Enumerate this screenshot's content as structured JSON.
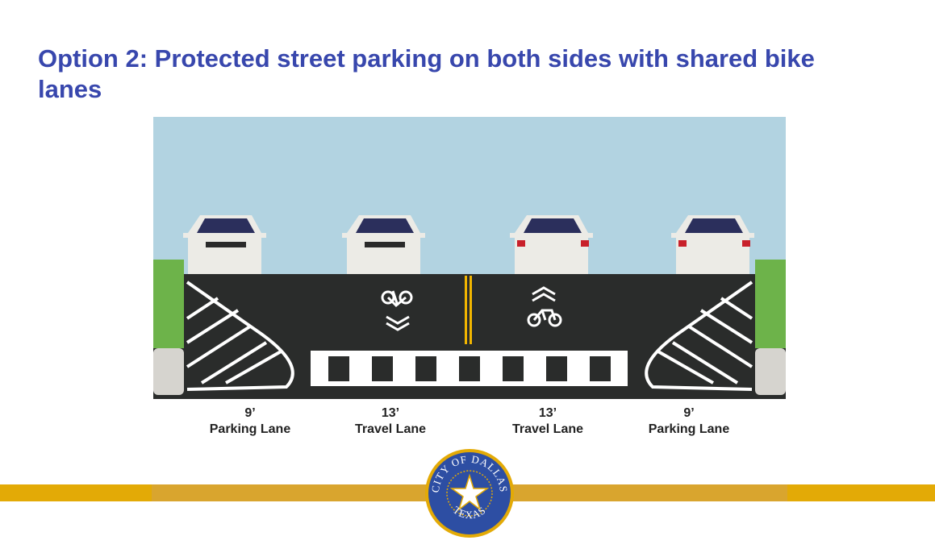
{
  "slide": {
    "title": "Option 2: Protected street parking on both sides with shared bike lanes"
  },
  "lanes": [
    {
      "width": "9’",
      "label": "Parking Lane"
    },
    {
      "width": "13’",
      "label": "Travel Lane"
    },
    {
      "width": "13’",
      "label": "Travel Lane"
    },
    {
      "width": "9’",
      "label": "Parking Lane"
    }
  ],
  "seal": {
    "top_text": "CITY OF DALLAS",
    "bottom_text": "TEXAS"
  },
  "colors": {
    "title": "#3847ad",
    "sky": "#b2d3e1",
    "road": "#2a2c2b",
    "gold": "#e3aa06",
    "seal_blue": "#2d4ea3"
  }
}
